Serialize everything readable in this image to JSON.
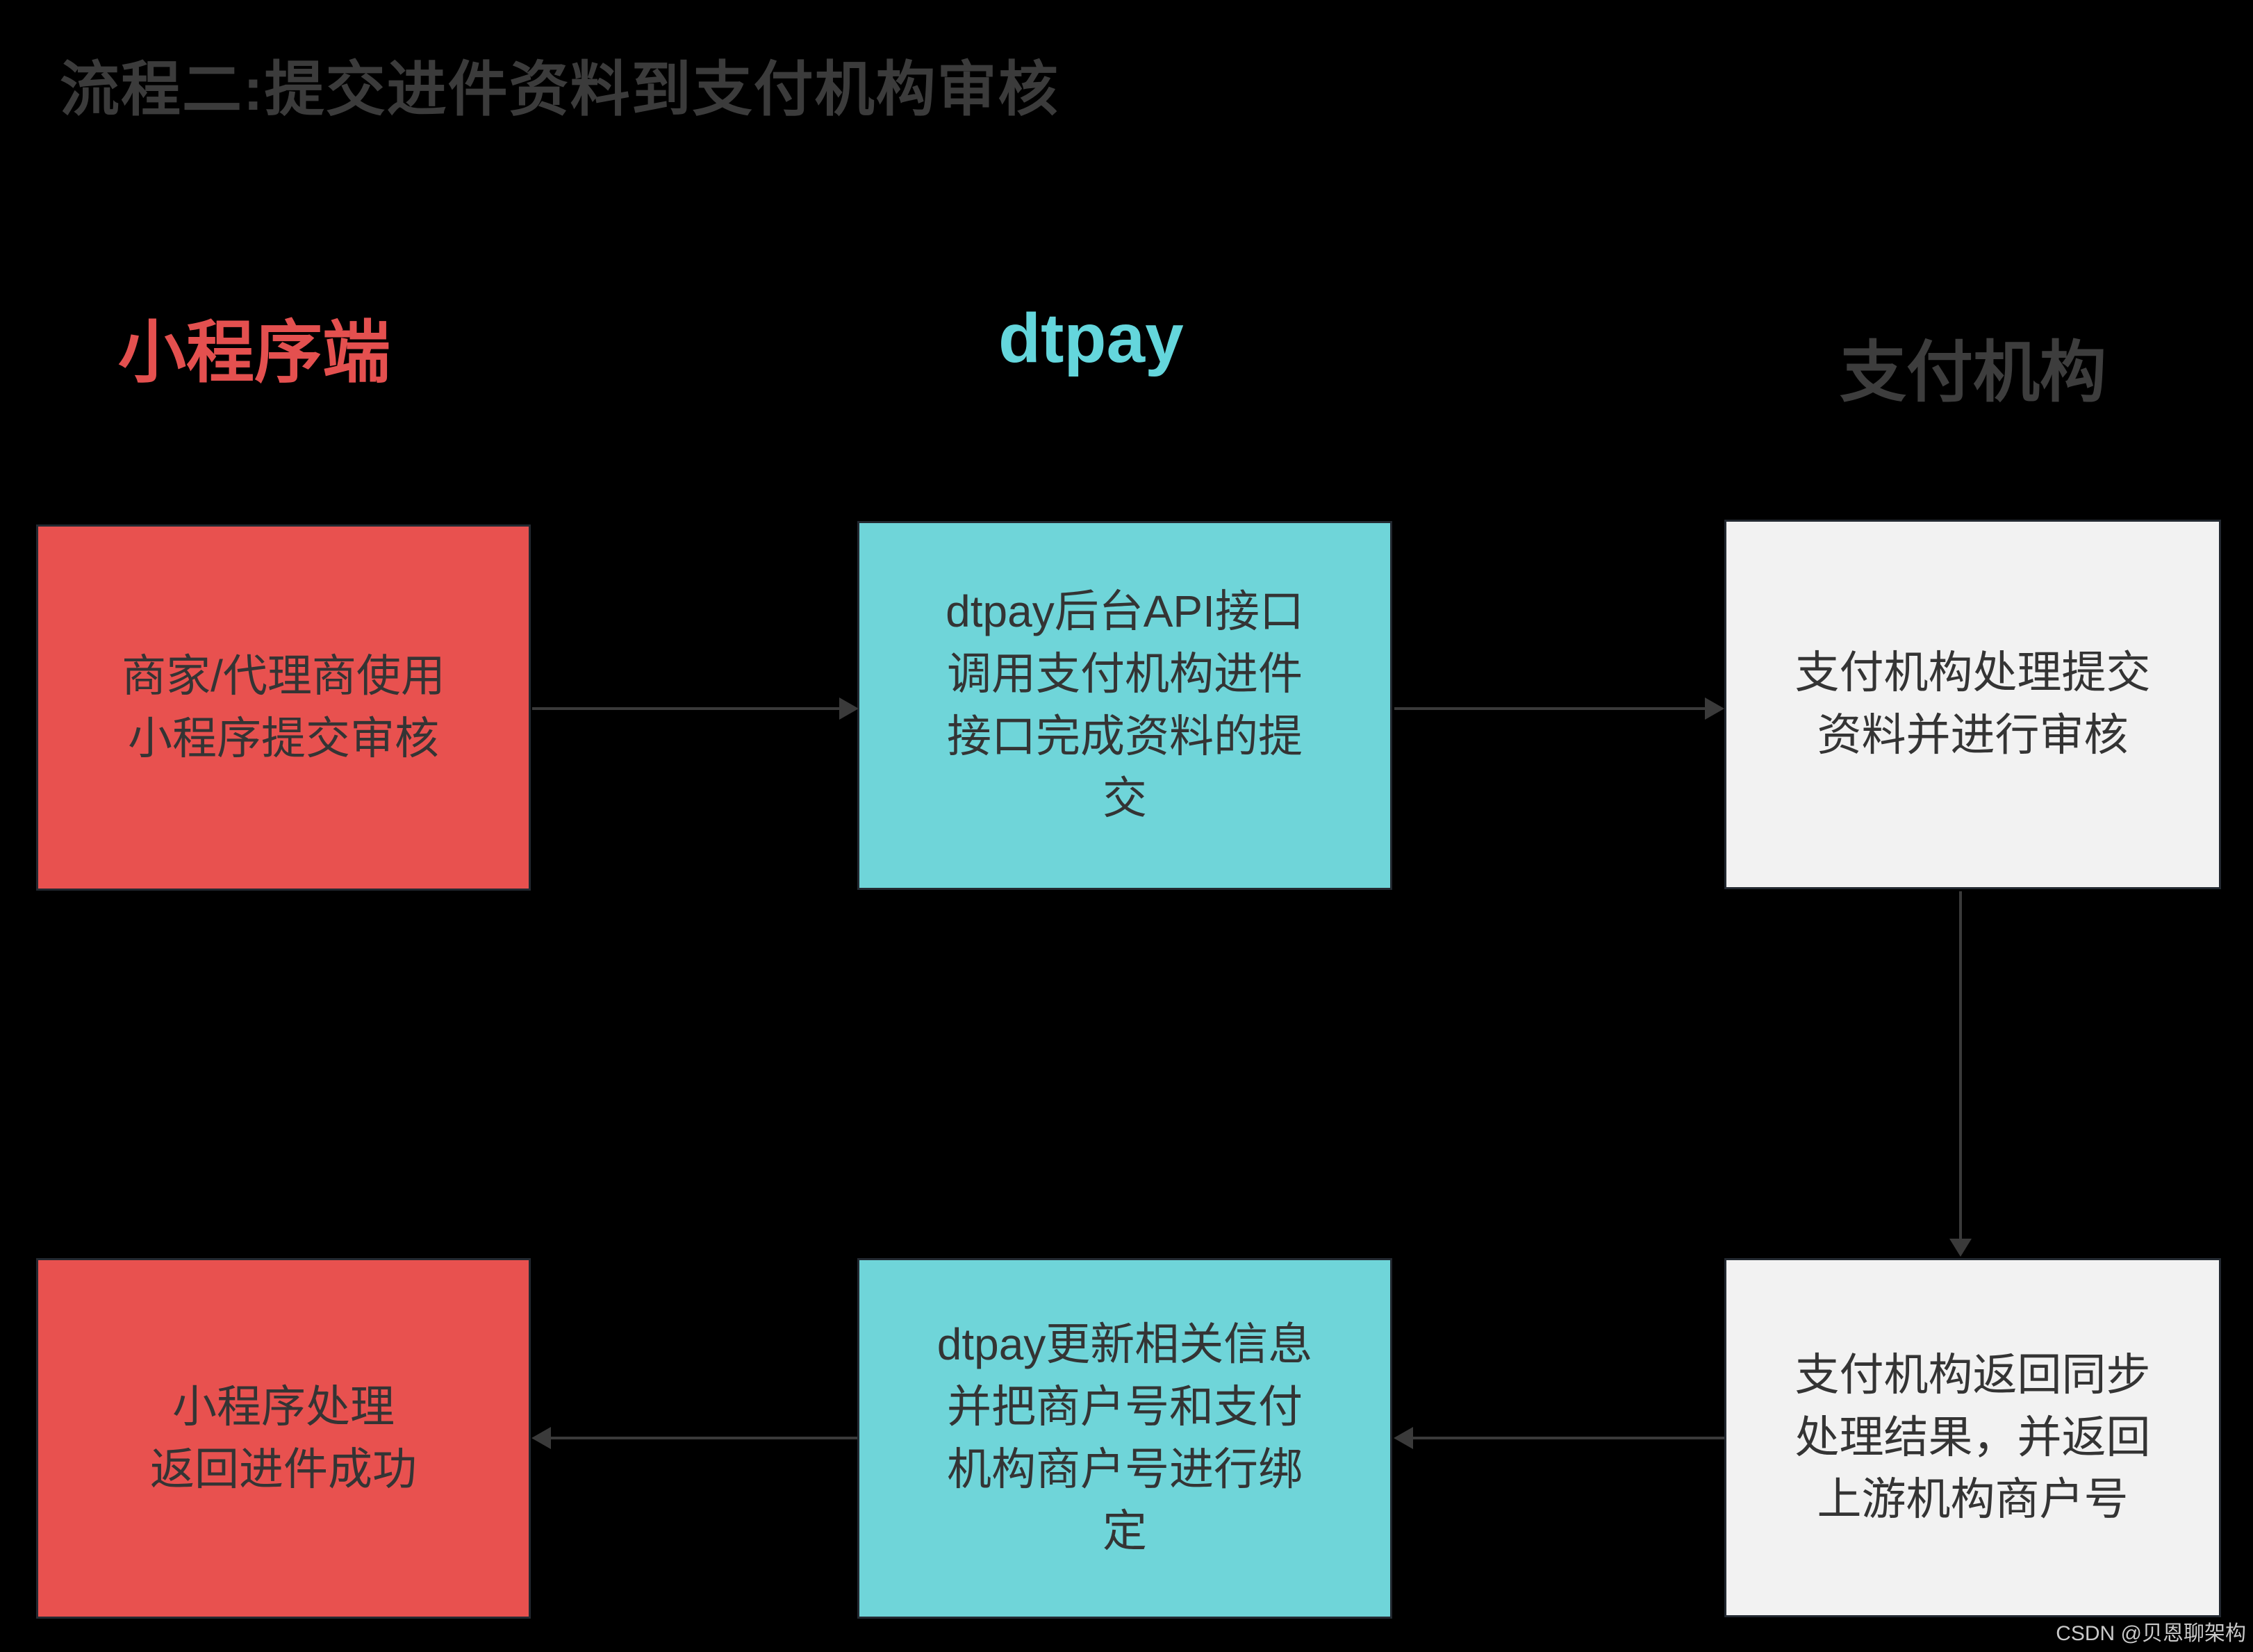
{
  "title": "流程二:提交进件资料到支付机构审核",
  "lanes": [
    {
      "id": "miniprogram",
      "label": "小程序端"
    },
    {
      "id": "dtpay",
      "label": "dtpay"
    },
    {
      "id": "payment-org",
      "label": "支付机构"
    }
  ],
  "nodes": [
    {
      "id": "submit-review",
      "lane": "miniprogram",
      "text": "商家/代理商使用\n小程序提交审核"
    },
    {
      "id": "dtpay-api-submit",
      "lane": "dtpay",
      "text": "dtpay后台API接口\n调用支付机构进件\n接口完成资料的提\n交"
    },
    {
      "id": "org-process-review",
      "lane": "payment-org",
      "text": "支付机构处理提交\n资料并进行审核"
    },
    {
      "id": "mini-success",
      "lane": "miniprogram",
      "text": "小程序处理\n返回进件成功"
    },
    {
      "id": "dtpay-update-bind",
      "lane": "dtpay",
      "text": "dtpay更新相关信息\n并把商户号和支付\n机构商户号进行绑\n定"
    },
    {
      "id": "org-return-result",
      "lane": "payment-org",
      "text": "支付机构返回同步\n处理结果，并返回\n上游机构商户号"
    }
  ],
  "edges": [
    {
      "from": "submit-review",
      "to": "dtpay-api-submit",
      "direction": "right"
    },
    {
      "from": "dtpay-api-submit",
      "to": "org-process-review",
      "direction": "right"
    },
    {
      "from": "org-process-review",
      "to": "org-return-result",
      "direction": "down"
    },
    {
      "from": "org-return-result",
      "to": "dtpay-update-bind",
      "direction": "left"
    },
    {
      "from": "dtpay-update-bind",
      "to": "mini-success",
      "direction": "left"
    }
  ],
  "colors": {
    "background": "#000000",
    "node_red": "#e8514f",
    "node_cyan": "#6fd5d9",
    "node_light": "#f2f2f2",
    "node_border": "#232931",
    "node_text": "#343434",
    "arrow": "#3a3a3a",
    "title_text": "#3b3b3b",
    "lane_miniprogram_text": "#e4504f",
    "lane_dtpay_text": "#64d6dc",
    "lane_payment_org_text": "#3d3d3d",
    "watermark_text": "#c9c9c9"
  },
  "watermark": "CSDN @贝恩聊架构"
}
